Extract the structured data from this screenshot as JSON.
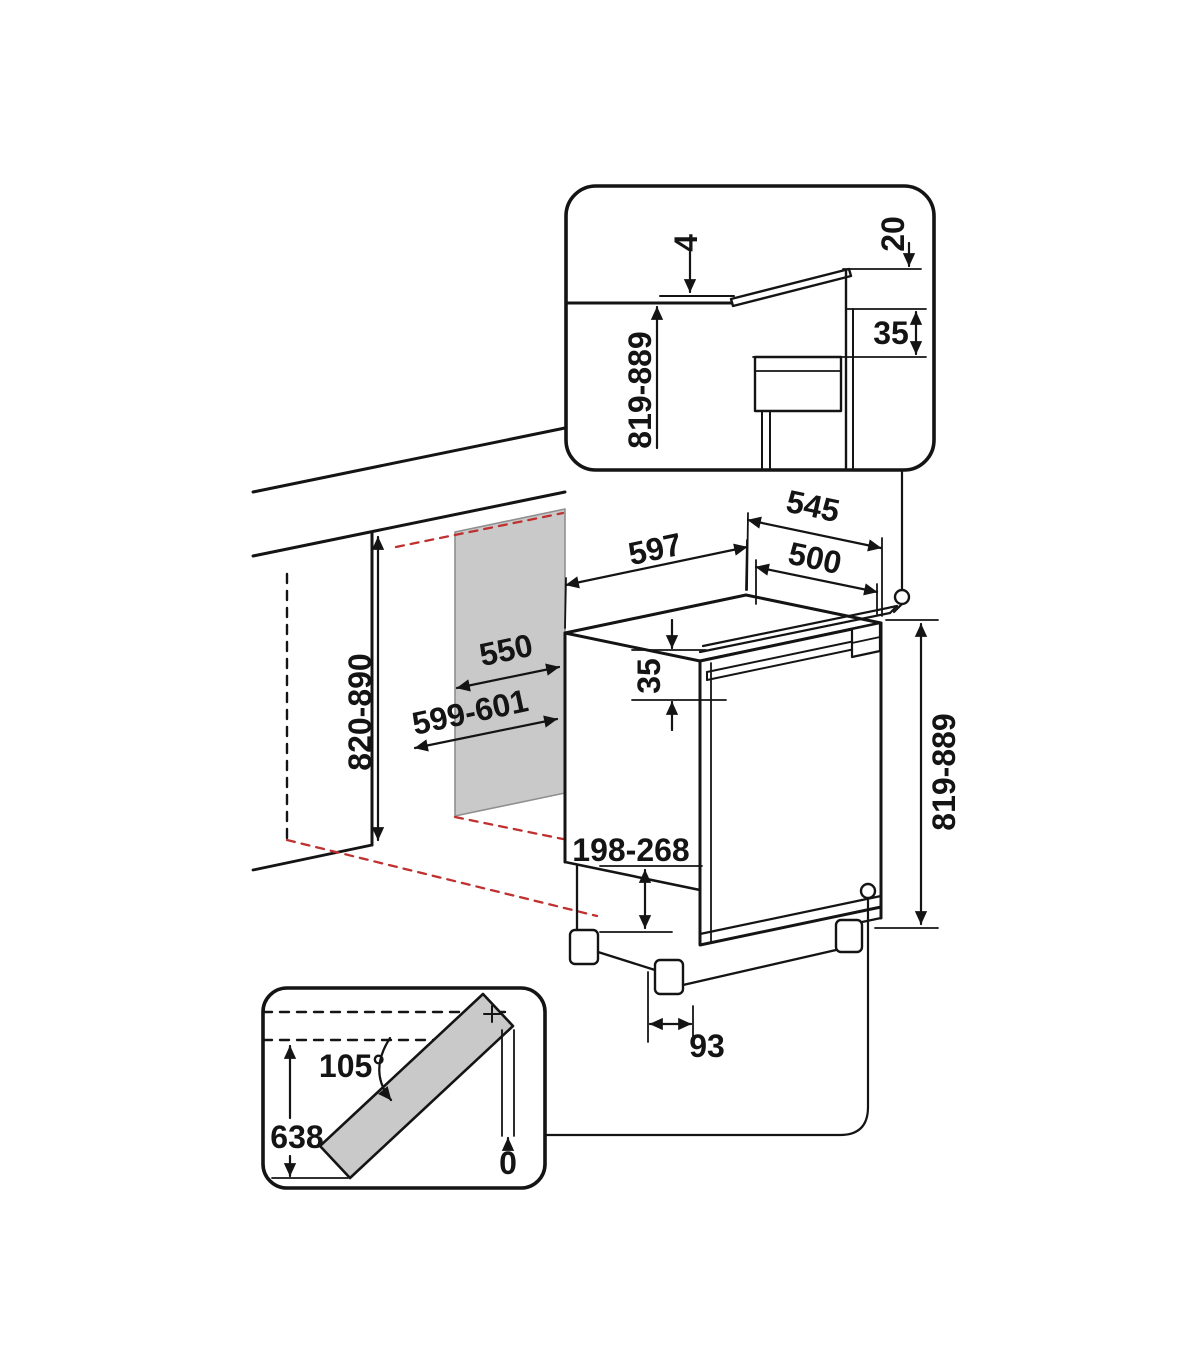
{
  "diagram": {
    "kind": "built-under appliance installation dimension drawing",
    "units": "mm",
    "colors": {
      "line": "#141414",
      "projection_red": "#c03030",
      "panel_gray": "#c9c9c9",
      "background": "#ffffff"
    },
    "top_detail": {
      "worktop_gap": "4",
      "lid_clearance": "20",
      "recess_height": "35",
      "install_height": "819-889"
    },
    "main": {
      "depth_total": "545",
      "width": "597",
      "depth_top": "500",
      "niche_depth": "550",
      "niche_width": "599-601",
      "niche_height": "820-890",
      "top_edge": "35",
      "height": "819-889",
      "plinth_height": "198-268",
      "foot_offset": "93"
    },
    "door_swing": {
      "angle": "105°",
      "door_length": "638",
      "side_clearance": "0"
    }
  }
}
